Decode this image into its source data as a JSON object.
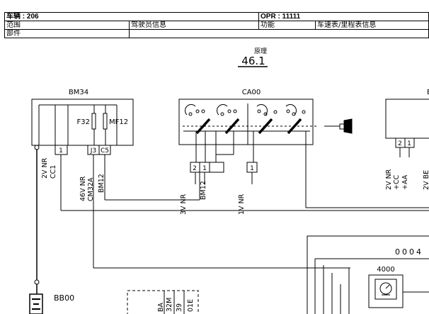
{
  "header": {
    "vehicle_label": "车辆 : 206",
    "opr_label": "OPR : 11111",
    "scope_label": "范围",
    "scope_value": "驾驶员信息",
    "function_label": "功能",
    "function_value": "车速表/里程表信息",
    "part_label": "部件"
  },
  "diagram": {
    "principle_label": "原理",
    "page_number": "46.1",
    "components": {
      "bm34": "BM34",
      "ca00": "CA00",
      "bb00": "BB00",
      "c0004": "0004",
      "c4000": "4000",
      "right_partial": "B"
    },
    "bm34_inner": {
      "f32": "F32",
      "mf12": "MF12"
    },
    "connectors": {
      "bm34_pin1": "1",
      "bm34_j3": "J3",
      "bm34_c5": "C5",
      "ca_pin2": "2",
      "ca_pin1a": "1",
      "ca_pin1b": "1",
      "right_pin2": "2",
      "right_pin1": "1"
    },
    "wire_labels": {
      "w1": "2V NR",
      "w2": "CC1",
      "w3": "46V NR",
      "w4": "CM32A",
      "w5": "BM12",
      "w6": "3V NR",
      "w7": "BM12",
      "w8": "1V NR",
      "w9": "2V NR",
      "w10": "+CC",
      "w11": "+AA",
      "w12": "2V BE",
      "w13": "BA",
      "w14": "32M",
      "w15": "39",
      "w16": "01E"
    }
  }
}
